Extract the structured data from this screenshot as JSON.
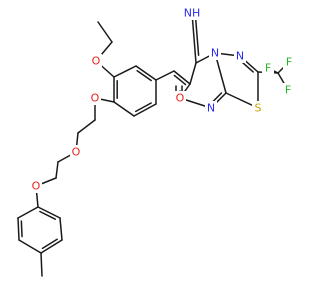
{
  "molecule": {
    "colors": {
      "bond": "#1a1a1a",
      "O": "#e8231a",
      "N": "#2c2cf0",
      "S": "#c9a400",
      "F": "#29b529"
    },
    "atoms": [
      {
        "id": "o_ethoxy",
        "label": "O",
        "element": "O"
      },
      {
        "id": "o_ether_ring",
        "label": "O",
        "element": "O"
      },
      {
        "id": "o_chain_1",
        "label": "O",
        "element": "O"
      },
      {
        "id": "o_chain_2",
        "label": "O",
        "element": "O"
      },
      {
        "id": "o_carbonyl",
        "label": "O",
        "element": "O"
      },
      {
        "id": "n_imino",
        "label": "NH",
        "element": "N"
      },
      {
        "id": "n_ring_top",
        "label": "N",
        "element": "N"
      },
      {
        "id": "n_thiadiazole",
        "label": "N",
        "element": "N"
      },
      {
        "id": "n_pyrimidine",
        "label": "N",
        "element": "N"
      },
      {
        "id": "s_thiadiazole",
        "label": "S",
        "element": "S"
      },
      {
        "id": "f_1",
        "label": "F",
        "element": "F"
      },
      {
        "id": "f_2",
        "label": "F",
        "element": "F"
      },
      {
        "id": "f_3",
        "label": "F",
        "element": "F"
      }
    ]
  }
}
